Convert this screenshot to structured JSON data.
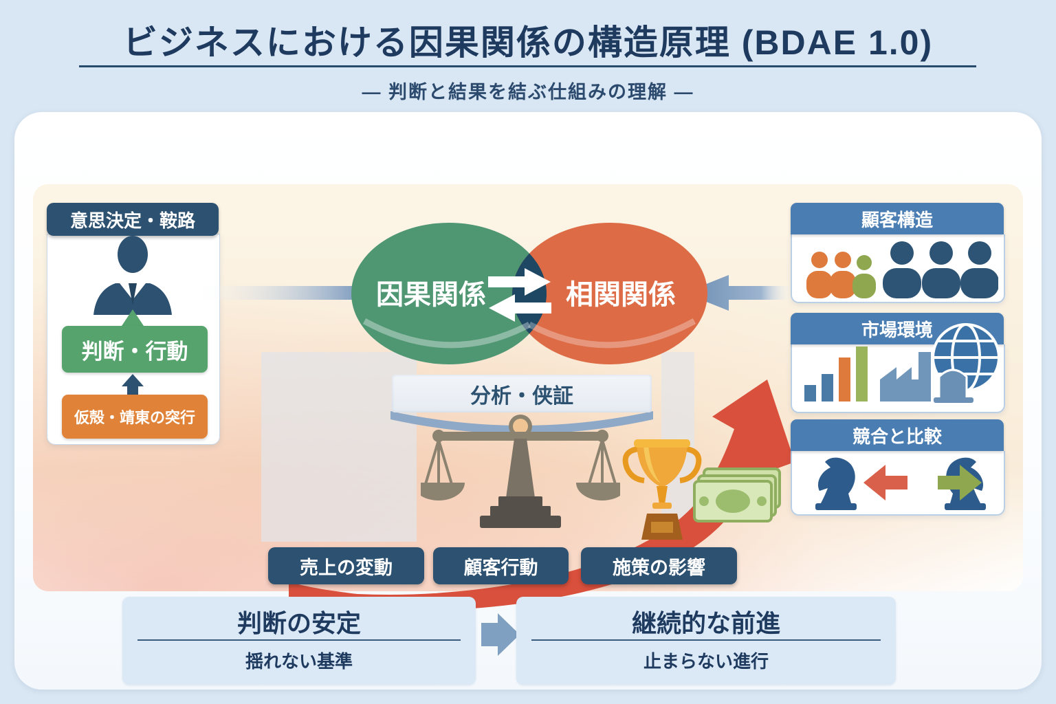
{
  "header": {
    "title": "ビジネスにおける因果関係の構造原理 (BDAE 1.0)",
    "subtitle": "― 判断と結果を結ぶ仕組みの理解 ―"
  },
  "decision_card": {
    "header": "意思決定・鞍路",
    "icon": "businessman-icon",
    "judgment_label": "判断・行動",
    "hypothesis_label": "仮殻・靖東の突行"
  },
  "venn": {
    "left_label": "因果関係",
    "right_label": "相関関係",
    "center_icon": "exchange-arrows-icon"
  },
  "analysis_banner": "分析・侠証",
  "center_icons": [
    "balance-scale-icon",
    "trophy-icon",
    "money-icon",
    "growth-arrow-icon"
  ],
  "right_cards": [
    {
      "header": "顯客構造",
      "icon": "people-group-icon"
    },
    {
      "header": "市場環境",
      "icon": "bar-chart-factory-globe-icon"
    },
    {
      "header": "競合と比較",
      "icon": "chess-knights-arrows-icon"
    }
  ],
  "tags": [
    "売上の変動",
    "顧客行動",
    "施策の影響"
  ],
  "outcomes": [
    {
      "title": "判断の安定",
      "subtitle": "揺れない基準"
    },
    {
      "title": "継続的な前進",
      "subtitle": "止まらない進行"
    }
  ],
  "colors": {
    "page_bg": "#d9e6f3",
    "navy": "#2d5170",
    "header_blue": "#4a7eb3",
    "green_box": "#57a36e",
    "green_ellipse": "#4f9673",
    "orange_box": "#e08338",
    "orange_ellipse": "#dd6b45",
    "overlap_navy": "#1d4763",
    "red_arrow": "#d9503c",
    "gold": "#f0a83a",
    "money_green": "#cfe0a8",
    "steel_arrow": "#7fa0c0",
    "cream_panel": "#f9ecd9",
    "outcome_bg": "#dbe8f6"
  }
}
